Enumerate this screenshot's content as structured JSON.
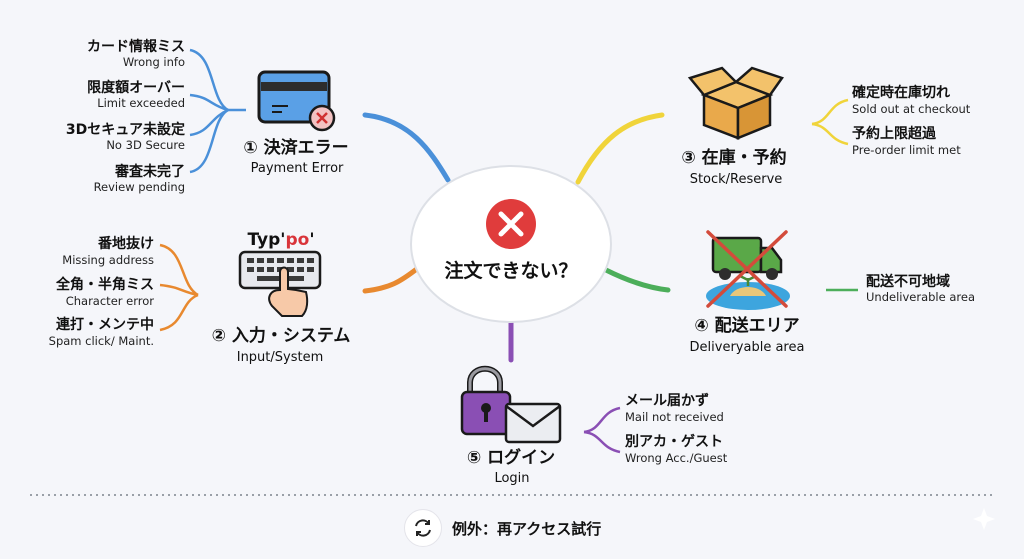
{
  "center": {
    "label": "注文できない？"
  },
  "branches": {
    "payment": {
      "title": "① 決済エラー",
      "subtitle": "Payment Error",
      "color": "#4a90d9",
      "items": [
        {
          "jp": "カード情報ミス",
          "en": "Wrong info"
        },
        {
          "jp": "限度額オーバー",
          "en": "Limit exceeded"
        },
        {
          "jp": "3Dセキュア未設定",
          "en": "No 3D Secure"
        },
        {
          "jp": "審査未完了",
          "en": "Review pending"
        }
      ]
    },
    "input": {
      "title": "② 入力・システム",
      "subtitle": "Input/System",
      "color": "#e8892f",
      "typo_prefix": "Typ'",
      "typo_highlight": "po",
      "typo_suffix": "'",
      "items": [
        {
          "jp": "番地抜け",
          "en": "Missing address"
        },
        {
          "jp": "全角・半角ミス",
          "en": "Character error"
        },
        {
          "jp": "連打・メンテ中",
          "en": "Spam click/ Maint."
        }
      ]
    },
    "stock": {
      "title": "③ 在庫・予約",
      "subtitle": "Stock/Reserve",
      "color": "#f0d43a",
      "items": [
        {
          "jp": "確定時在庫切れ",
          "en": "Sold out at checkout"
        },
        {
          "jp": "予約上限超過",
          "en": "Pre-order limit met"
        }
      ]
    },
    "delivery": {
      "title": "④ 配送エリア",
      "subtitle": "Deliveryable area",
      "color": "#4cae5a",
      "items": [
        {
          "jp": "配送不可地域",
          "en": "Undeliverable area"
        }
      ]
    },
    "login": {
      "title": "⑤ ログイン",
      "subtitle": "Login",
      "color": "#8a4fb4",
      "items": [
        {
          "jp": "メール届かず",
          "en": "Mail not received"
        },
        {
          "jp": "別アカ・ゲスト",
          "en": "Wrong Acc./Guest"
        }
      ]
    }
  },
  "footer": {
    "label": "例外：再アクセス試行",
    "icon": "refresh-icon"
  }
}
